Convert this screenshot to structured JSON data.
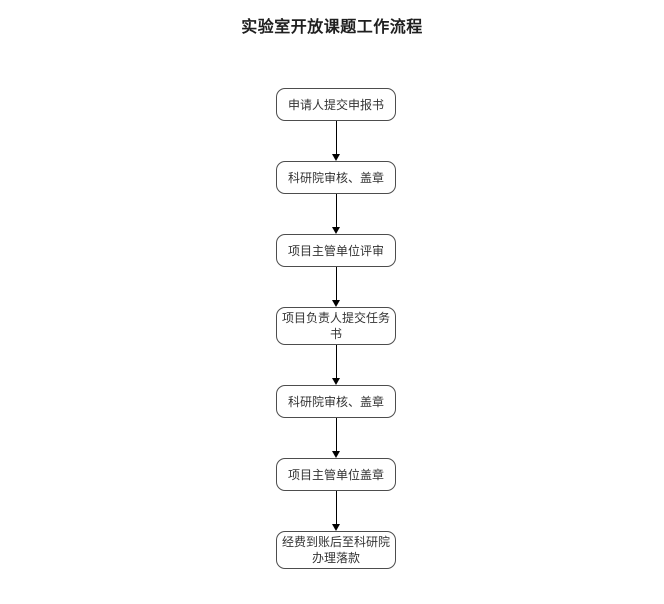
{
  "title": "实验室开放课题工作流程",
  "flowchart": {
    "type": "vertical-flow",
    "connector": "arrow-down",
    "steps": [
      {
        "label": "申请人提交申报书"
      },
      {
        "label": "科研院审核、盖章"
      },
      {
        "label": "项目主管单位评审"
      },
      {
        "label": "项目负责人提交任务书"
      },
      {
        "label": "科研院审核、盖章"
      },
      {
        "label": "项目主管单位盖章"
      },
      {
        "label": "经费到账后至科研院办理落款"
      }
    ]
  },
  "colors": {
    "background": "#ffffff",
    "node_border": "#4d4d4d",
    "node_fill": "#ffffff",
    "node_text": "#333333",
    "arrow": "#000000",
    "title_text": "#1f1f1f"
  }
}
